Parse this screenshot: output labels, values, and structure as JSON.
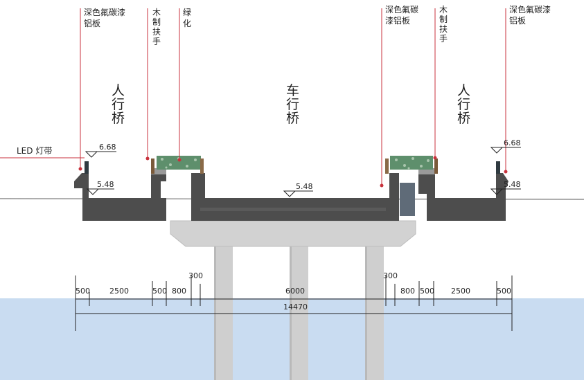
{
  "colors": {
    "water": "#c9dcf1",
    "concrete": "#d2d2d2",
    "pier": "#cfcfcf",
    "deck": "#4d4d4d",
    "leader": "#c8323c",
    "planter": "#5e8f6c",
    "handrail": "#7a5a3a",
    "ground_line": "#555555"
  },
  "callouts": {
    "panel_left": [
      "深色氟碳漆",
      "铝板"
    ],
    "handrail_left": [
      "木",
      "制",
      "扶",
      "手"
    ],
    "greening": [
      "绿",
      "化"
    ],
    "panel_center": [
      "深色氟碳",
      "漆铝板"
    ],
    "handrail_right": [
      "木",
      "制",
      "扶",
      "手"
    ],
    "panel_right": [
      "深色氟碳漆",
      "铝板"
    ],
    "led": "LED 灯带"
  },
  "zones": {
    "footbridge_left": [
      "人",
      "行",
      "桥"
    ],
    "roadway": [
      "车",
      "行",
      "桥"
    ],
    "footbridge_right": [
      "人",
      "行",
      "桥"
    ]
  },
  "levels": {
    "left_top": "6.68",
    "left_walk": "5.48",
    "road": "5.48",
    "right_top": "6.68",
    "right_walk": "5.48"
  },
  "dimensions": {
    "segments": [
      "500",
      "2500",
      "500",
      "800",
      "300",
      "6000",
      "300",
      "800",
      "500",
      "2500",
      "500"
    ],
    "total": "14470"
  }
}
